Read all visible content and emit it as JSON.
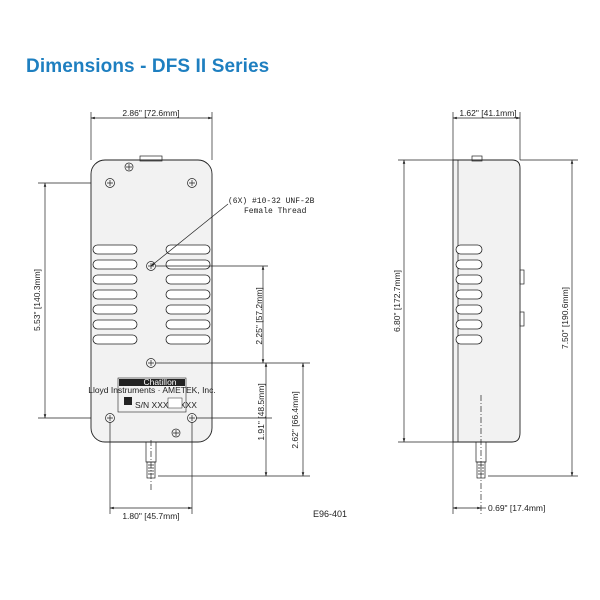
{
  "title": "Dimensions - DFS II Series",
  "front_view": {
    "width_top": "2.86\" [72.6mm]",
    "height_left": "5.53\" [140.3mm]",
    "thread_note_line1": "(6X) #10-32 UNF-2B",
    "thread_note_line2": "Female Thread",
    "dim_225": "2.25\" [57.2mm]",
    "dim_191": "1.91\" [48.5mm]",
    "dim_262": "2.62\" [66.4mm]",
    "width_bottom": "1.80\" [45.7mm]",
    "label_brand": "Chatillon",
    "label_sub": "Lloyd Instruments · AMETEK, Inc.",
    "label_serial": "S/N XXXXXXXX"
  },
  "side_view": {
    "width_top": "1.62\" [41.1mm]",
    "height_680": "6.80\" [172.7mm]",
    "height_750": "7.50\" [190.6mm]",
    "offset_bottom": "0.69\" [17.4mm]"
  },
  "drawing_number": "E96-401"
}
